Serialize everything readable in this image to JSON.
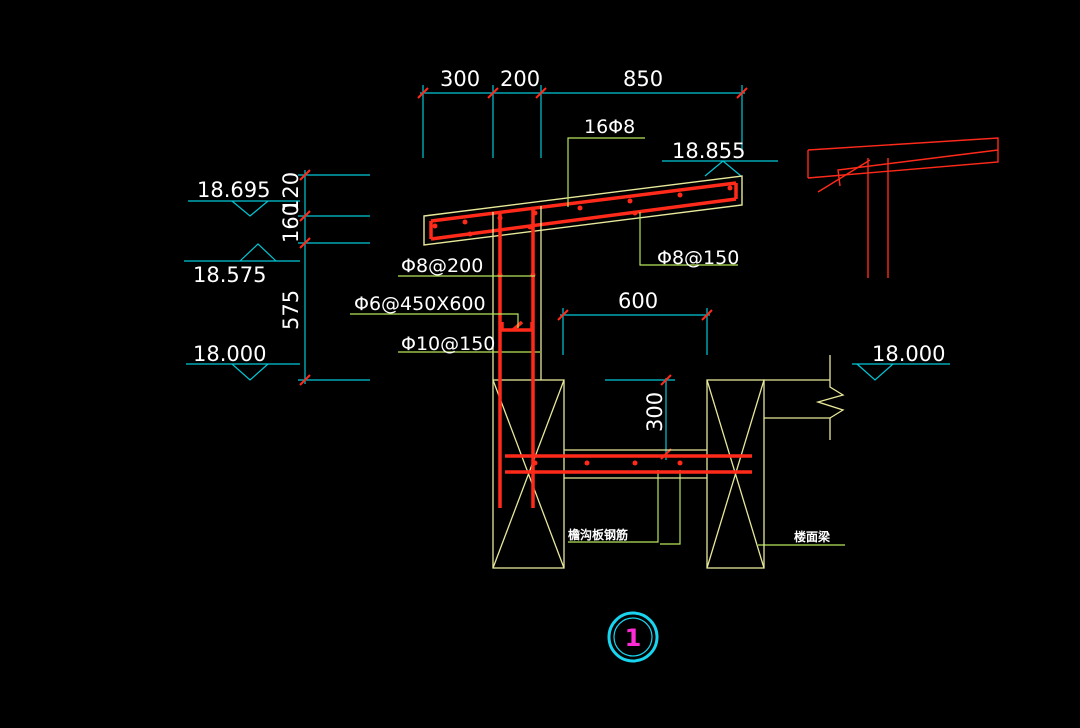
{
  "colors": {
    "background": "#000000",
    "text": "#ffffff",
    "dimension_line": "#00c8d8",
    "leader_line": "#b7e65a",
    "outline": "#e8e89a",
    "rebar": "#ff2a1a",
    "dim_tick": "#ff2a1a",
    "detail_circle": "#19d4ef",
    "detail_number": "#ff2bd6"
  },
  "dimensions": {
    "top_300": "300",
    "top_200": "200",
    "top_850": "850",
    "span_600": "600",
    "depth_300": "300",
    "side_120": "120",
    "side_160": "160",
    "side_575": "575"
  },
  "elevations": {
    "el_18855": "18.855",
    "el_18695": "18.695",
    "el_18575": "18.575",
    "el_18000_left": "18.000",
    "el_18000_right": "18.000"
  },
  "rebar_notes": {
    "top_bars": "16Φ8",
    "slab_dist": "Φ8@150",
    "column_stirrup": "Φ8@200",
    "tie": "Φ6@450X600",
    "wall_bars": "Φ10@150"
  },
  "chinese_notes": {
    "gutter_rebar": "檐沟板钢筋",
    "floor_beam": "楼面梁"
  },
  "detail_marker": {
    "number": "1"
  }
}
